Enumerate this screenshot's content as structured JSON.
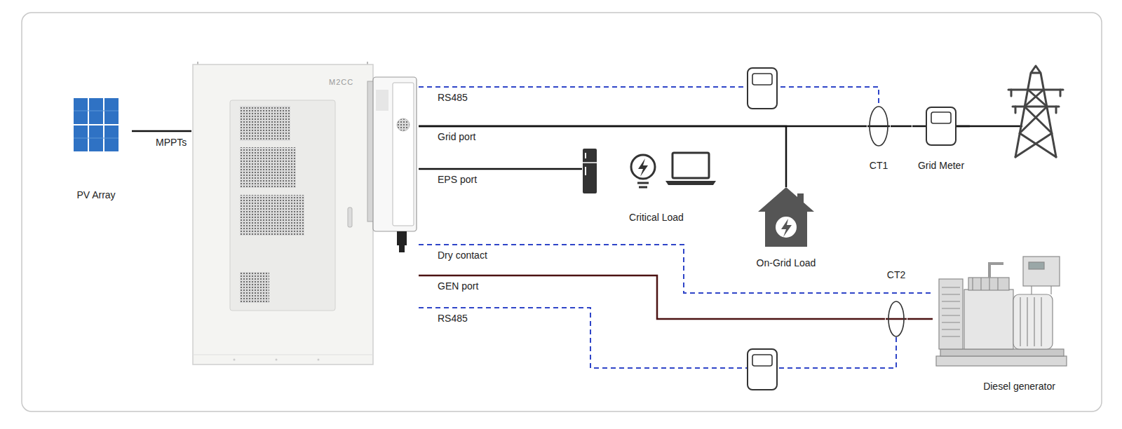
{
  "diagram": {
    "nodes": [
      {
        "text": [
          "PV Array"
        ]
      },
      {
        "text": [
          "M2CC"
        ]
      },
      {
        "text": [
          "Critical Load"
        ]
      },
      {
        "text": [
          "On-Grid Load"
        ]
      },
      {
        "text": [
          "CT1"
        ]
      },
      {
        "text": [
          "Grid Meter"
        ]
      },
      {
        "text": [
          "CT2"
        ]
      },
      {
        "text": [
          "Diesel generator"
        ]
      }
    ],
    "edges": [
      {
        "from": 0,
        "to": 1,
        "label": "MPPTs",
        "arrow": "none"
      },
      {
        "from": 1,
        "to": 4,
        "label": "RS485",
        "arrow": "none"
      },
      {
        "from": 1,
        "to": 4,
        "label": "Grid port",
        "arrow": "none"
      },
      {
        "from": 1,
        "to": 3,
        "arrow": "none"
      },
      {
        "from": 4,
        "to": 5,
        "arrow": "none"
      },
      {
        "from": 1,
        "to": 2,
        "label": "EPS port",
        "arrow": "none"
      },
      {
        "from": 1,
        "to": 7,
        "label": "Dry contact",
        "arrow": "none"
      },
      {
        "from": 1,
        "to": 6,
        "label": "GEN port",
        "arrow": "none"
      },
      {
        "from": 6,
        "to": 7,
        "arrow": "none"
      },
      {
        "from": 1,
        "to": 6,
        "label": "RS485",
        "arrow": "none"
      }
    ]
  }
}
